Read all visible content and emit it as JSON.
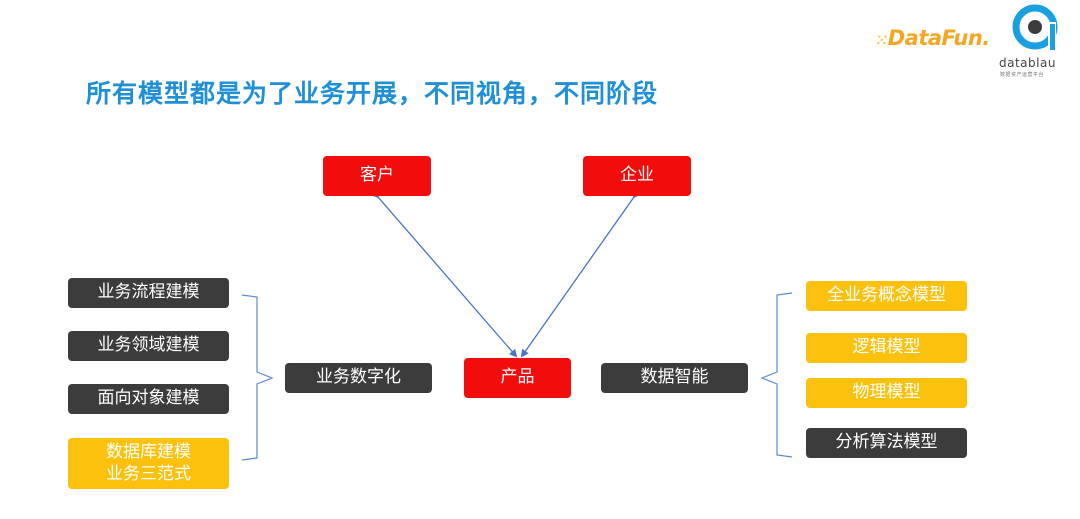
{
  "title": "所有模型都是为了业务开展，不同视角，不同阶段",
  "logos": {
    "datafun": "DataFun.",
    "datablau": "datablau",
    "datablau_sub": "数据资产运营平台"
  },
  "top_nodes": {
    "customer": "客户",
    "enterprise": "企业"
  },
  "center_node": "产品",
  "left_group": {
    "hub": "业务数字化",
    "items": [
      "业务流程建模",
      "业务领域建模",
      "面向对象建模"
    ],
    "highlight": [
      "数据库建模",
      "业务三范式"
    ]
  },
  "right_group": {
    "hub": "数据智能",
    "items": [
      "全业务概念模型",
      "逻辑模型",
      "物理模型",
      "分析算法模型"
    ]
  },
  "colors": {
    "title": "#1f8fd6",
    "red": "#f20c0c",
    "dark": "#3c3c3c",
    "yellow": "#fcc10d",
    "arrow": "#4a72c4",
    "bracket": "#5b8bd6"
  }
}
